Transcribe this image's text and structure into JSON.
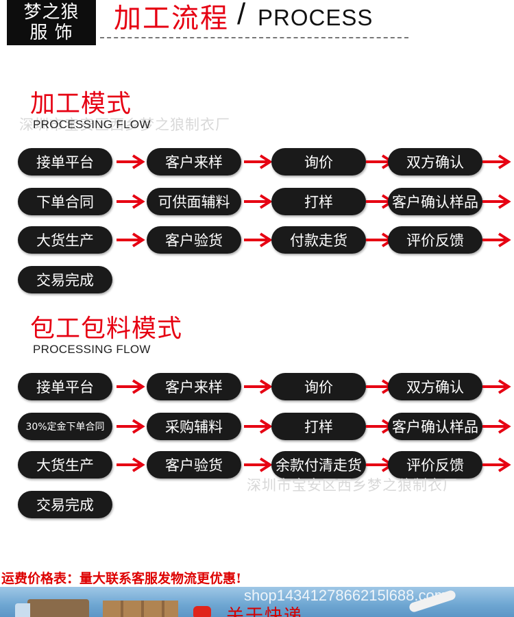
{
  "header": {
    "brand_line1": "梦之狼",
    "brand_line2": "服 饰",
    "title_cn": "加工流程",
    "slash": "/",
    "title_en": "PROCESS"
  },
  "sections": [
    {
      "title": "加工模式",
      "subtitle": "PROCESSING FLOW",
      "watermark": "深圳市宝安区西乡梦之狼制衣厂",
      "steps": [
        "接单平台",
        "客户来样",
        "询价",
        "双方确认",
        "下单合同",
        "可供面辅料",
        "打样",
        "客户确认样品",
        "大货生产",
        "客户验货",
        "付款走货",
        "评价反馈",
        "交易完成"
      ]
    },
    {
      "title": "包工包料模式",
      "subtitle": "PROCESSING FLOW",
      "watermark": "深圳市宝安区西乡梦之狼制衣厂",
      "steps": [
        "接单平台",
        "客户来样",
        "询价",
        "双方确认",
        "30%定金下单合同",
        "采购辅料",
        "打样",
        "客户确认样品",
        "大货生产",
        "客户验货",
        "余款付清走货",
        "评价反馈",
        "交易完成"
      ]
    }
  ],
  "footer": {
    "fee_note": "运费价格表：量大联系客服发物流更优惠!",
    "banner_url": "shop1434127866215l688.com",
    "banner_heading": "关于快递"
  },
  "colors": {
    "accent_red": "#e60012",
    "pill_bg": "#1a1a1a",
    "pill_text": "#ffffff",
    "arrow_red": "#e60012"
  }
}
